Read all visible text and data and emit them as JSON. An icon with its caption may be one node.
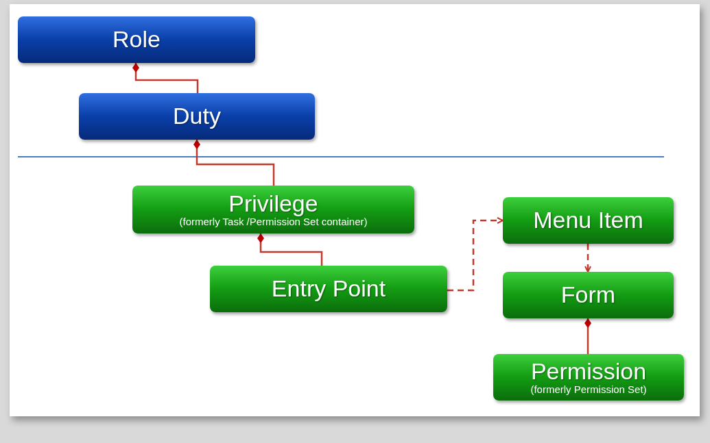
{
  "diagram": {
    "nodes": [
      {
        "text": [
          "Role"
        ]
      },
      {
        "text": [
          "Duty"
        ]
      },
      {
        "text": [
          "Privilege",
          "(formerly Task /Permission Set container)"
        ]
      },
      {
        "text": [
          "Entry Point"
        ]
      },
      {
        "text": [
          "Menu Item"
        ]
      },
      {
        "text": [
          "Form"
        ]
      },
      {
        "text": [
          "Permission",
          "(formerly Permission Set)"
        ]
      }
    ],
    "edges": [
      {
        "from": 0,
        "to": 1,
        "arrow": "other"
      },
      {
        "from": 1,
        "to": 2,
        "arrow": "other"
      },
      {
        "from": 2,
        "to": 3,
        "arrow": "other"
      },
      {
        "from": 3,
        "to": 4,
        "arrow": "to",
        "style": "dashed"
      },
      {
        "from": 4,
        "to": 5,
        "arrow": "to",
        "style": "dashed"
      },
      {
        "from": 5,
        "to": 6,
        "arrow": "other"
      }
    ]
  }
}
